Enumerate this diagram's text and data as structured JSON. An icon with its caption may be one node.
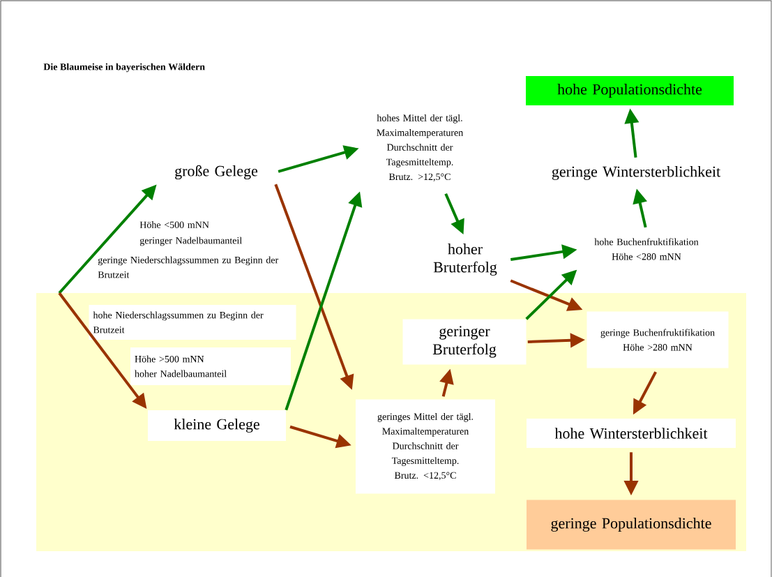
{
  "diagram": {
    "title": "Die Blaumeise in bayerischen Wäldern",
    "nodes": [
      {
        "text": [
          "große Gelege"
        ]
      },
      {
        "text": [
          "hohes Mittel der tägl. Maximaltemperaturen",
          "Durchschnitt der Tagesmitteltemp. Brutz. >12,5°C"
        ]
      },
      {
        "text": [
          "hoher Bruterfolg"
        ]
      },
      {
        "text": [
          "hohe Populationsdichte"
        ]
      },
      {
        "text": [
          "geringe Wintersterblichkeit"
        ]
      },
      {
        "text": [
          "hohe Buchenfruktifikation",
          "Höhe <280 mNN"
        ]
      },
      {
        "text": [
          "hohe Niederschlagssummen zu Beginn der Brutzeit"
        ]
      },
      {
        "text": [
          "Höhe >500 mNN",
          "hoher Nadelbaumanteil"
        ]
      },
      {
        "text": [
          "geringer Bruterfolg"
        ]
      },
      {
        "text": [
          "geringe Buchenfruktifikation",
          "Höhe >280 mNN"
        ]
      },
      {
        "text": [
          "kleine Gelege"
        ]
      },
      {
        "text": [
          "geringes Mittel der tägl. Maximaltemperaturen",
          "Durchschnitt der Tagesmitteltemp. Brutz. <12,5°C"
        ]
      },
      {
        "text": [
          "hohe Wintersterblichkeit"
        ]
      },
      {
        "text": [
          "geringe Populationsdichte"
        ]
      }
    ],
    "edges": [
      {
        "from": null,
        "to": 0,
        "arrow": "to"
      },
      {
        "from": null,
        "to": 10,
        "arrow": "to",
        "color": "#993300"
      },
      {
        "from": 0,
        "to": 1,
        "arrow": "to"
      },
      {
        "from": 0,
        "to": 11,
        "arrow": "to",
        "color": "#993300"
      },
      {
        "from": 10,
        "to": 1,
        "arrow": "to"
      },
      {
        "from": 10,
        "to": 11,
        "arrow": "to",
        "color": "#993300"
      },
      {
        "from": 1,
        "to": 2,
        "arrow": "to"
      },
      {
        "from": 11,
        "to": 8,
        "arrow": "to",
        "color": "#993300"
      },
      {
        "from": 2,
        "to": 5,
        "arrow": "to"
      },
      {
        "from": 2,
        "to": 9,
        "arrow": "to",
        "color": "#993300"
      },
      {
        "from": 8,
        "to": 5,
        "arrow": "to"
      },
      {
        "from": 8,
        "to": 9,
        "arrow": "to",
        "color": "#993300"
      },
      {
        "from": 5,
        "to": 4,
        "arrow": "to"
      },
      {
        "from": 4,
        "to": 3,
        "arrow": "to"
      },
      {
        "from": 9,
        "to": 12,
        "arrow": "to",
        "color": "#993300"
      },
      {
        "from": 12,
        "to": 13,
        "arrow": "to",
        "color": "#993300"
      }
    ],
    "labels": [
      "Höhe <500 mNN",
      "geringer Nadelbaumanteil",
      "geringe Niederschlagssummen zu Beginn der Brutzeit"
    ]
  }
}
